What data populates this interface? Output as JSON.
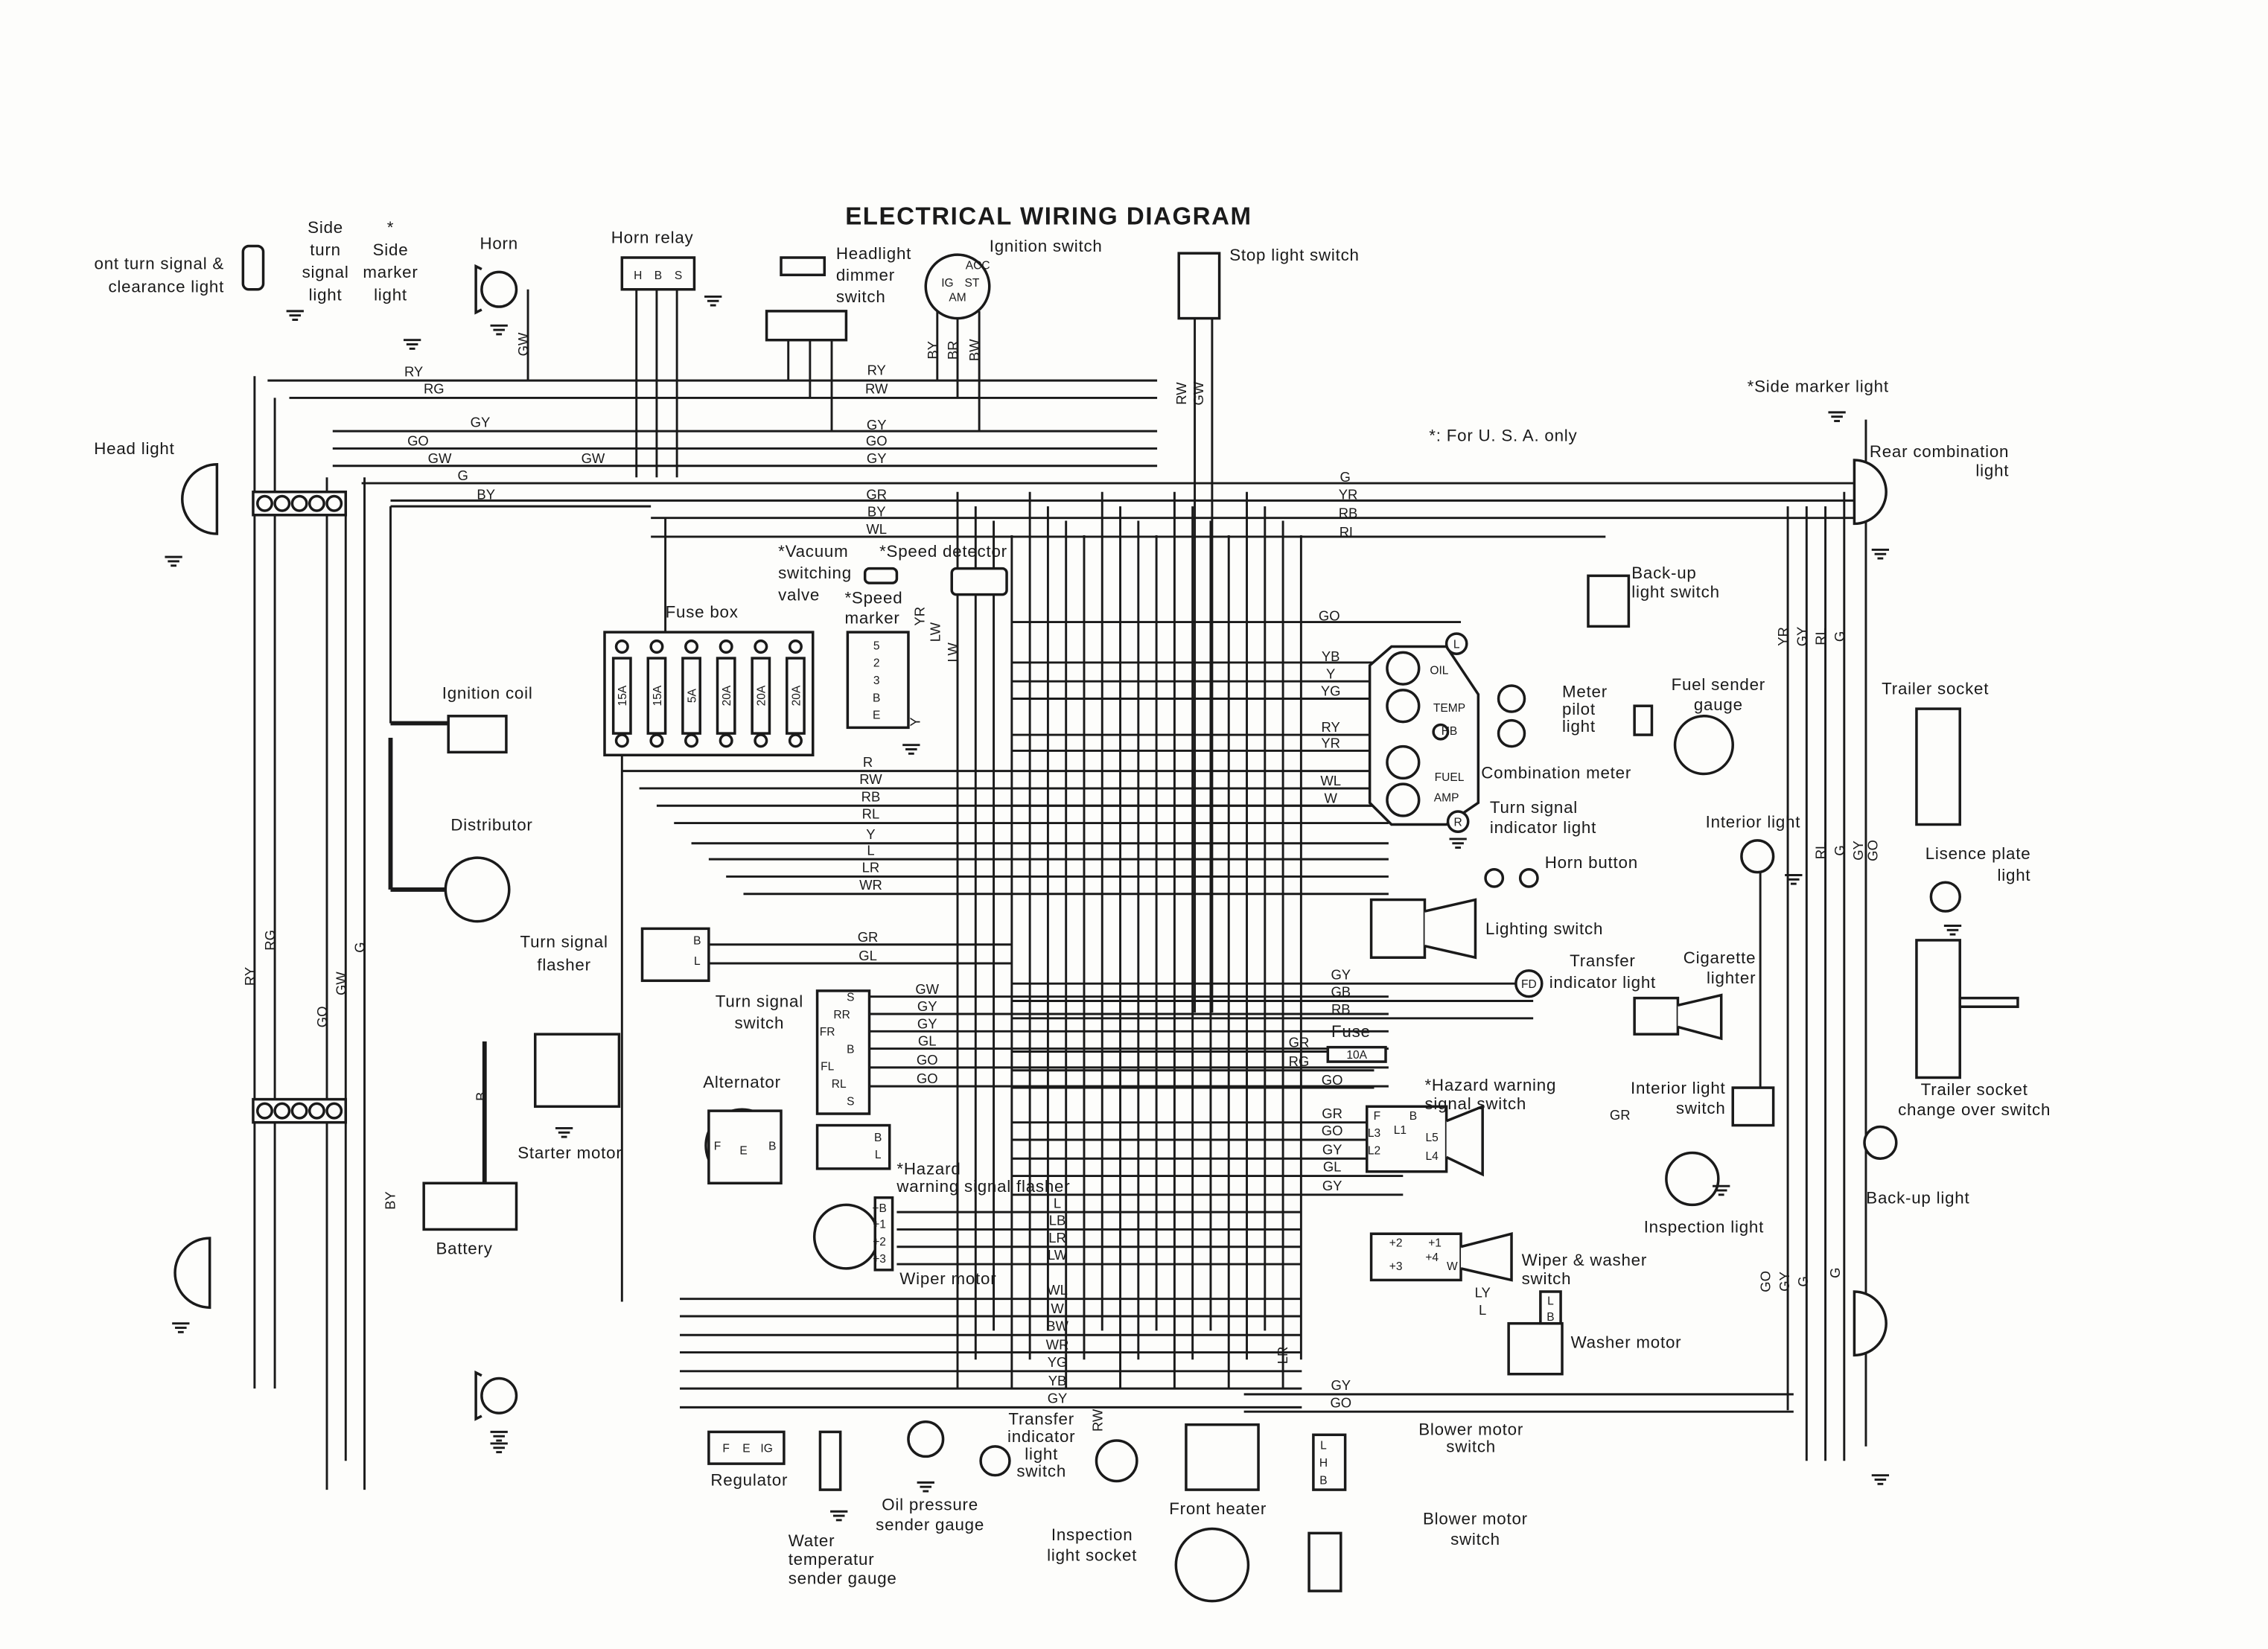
{
  "title": "ELECTRICAL WIRING DIAGRAM",
  "note": "*: For U. S. A. only",
  "components": [
    {
      "id": "front-turn-signal",
      "label": [
        "ont turn signal &",
        "clearance light"
      ]
    },
    {
      "id": "side-turn-signal-light",
      "label": [
        "Side",
        "turn",
        "signal",
        "light"
      ]
    },
    {
      "id": "side-marker-light-front",
      "label": [
        "*",
        "Side",
        "marker",
        "light"
      ]
    },
    {
      "id": "horn",
      "label": [
        "Horn"
      ]
    },
    {
      "id": "horn-relay",
      "label": [
        "Horn relay"
      ]
    },
    {
      "id": "headlight-dimmer-switch",
      "label": [
        "Headlight",
        "dimmer",
        "switch"
      ]
    },
    {
      "id": "ignition-switch",
      "label": [
        "Ignition switch"
      ]
    },
    {
      "id": "stop-light-switch",
      "label": [
        "Stop light switch"
      ]
    },
    {
      "id": "side-marker-light-rear",
      "label": [
        "*Side marker light"
      ]
    },
    {
      "id": "rear-combination-light",
      "label": [
        "Rear combination",
        "light"
      ]
    },
    {
      "id": "head-light",
      "label": [
        "Head light"
      ]
    },
    {
      "id": "vacuum-switching-valve",
      "label": [
        "*Vacuum",
        "switching",
        "valve"
      ]
    },
    {
      "id": "speed-detector",
      "label": [
        "*Speed detector"
      ]
    },
    {
      "id": "speed-marker",
      "label": [
        "*Speed",
        "marker"
      ]
    },
    {
      "id": "fuse-box",
      "label": [
        "Fuse box"
      ]
    },
    {
      "id": "back-up-light-switch",
      "label": [
        "Back-up",
        "light switch"
      ]
    },
    {
      "id": "meter-pilot-light",
      "label": [
        "Meter",
        "pilot",
        "light"
      ]
    },
    {
      "id": "fuel-sender-gauge",
      "label": [
        "Fuel sender",
        "gauge"
      ]
    },
    {
      "id": "trailer-socket",
      "label": [
        "Trailer socket"
      ]
    },
    {
      "id": "ignition-coil",
      "label": [
        "Ignition coil"
      ]
    },
    {
      "id": "combination-meter",
      "label": [
        "Combination meter"
      ]
    },
    {
      "id": "turn-signal-indicator-light",
      "label": [
        "Turn signal",
        "indicator light"
      ]
    },
    {
      "id": "distributor",
      "label": [
        "Distributor"
      ]
    },
    {
      "id": "interior-light",
      "label": [
        "Interior light"
      ]
    },
    {
      "id": "horn-button",
      "label": [
        "Horn button"
      ]
    },
    {
      "id": "license-plate-light",
      "label": [
        "Lisence plate",
        "light"
      ]
    },
    {
      "id": "lighting-switch",
      "label": [
        "Lighting switch"
      ]
    },
    {
      "id": "turn-signal-flasher",
      "label": [
        "Turn signal",
        "flasher"
      ]
    },
    {
      "id": "transfer-indicator-light",
      "label": [
        "Transfer",
        "indicator light"
      ]
    },
    {
      "id": "cigarette-lighter",
      "label": [
        "Cigarette",
        "lighter"
      ]
    },
    {
      "id": "turn-signal-switch",
      "label": [
        "Turn signal",
        "switch"
      ]
    },
    {
      "id": "fuse",
      "label": [
        "Fuse"
      ]
    },
    {
      "id": "alternator",
      "label": [
        "Alternator"
      ]
    },
    {
      "id": "hazard-warning-signal-switch",
      "label": [
        "*Hazard warning",
        "signal switch"
      ]
    },
    {
      "id": "interior-light-switch",
      "label": [
        "Interior light",
        "switch"
      ]
    },
    {
      "id": "trailer-socket-change-over-switch",
      "label": [
        "Trailer socket",
        "change over switch"
      ]
    },
    {
      "id": "starter-motor",
      "label": [
        "Starter motor"
      ]
    },
    {
      "id": "hazard-warning-signal-flasher",
      "label": [
        "*Hazard",
        "warning signal flasher"
      ]
    },
    {
      "id": "back-up-light",
      "label": [
        "Back-up light"
      ]
    },
    {
      "id": "inspection-light",
      "label": [
        "Inspection light"
      ]
    },
    {
      "id": "battery",
      "label": [
        "Battery"
      ]
    },
    {
      "id": "wiper-motor",
      "label": [
        "Wiper motor"
      ]
    },
    {
      "id": "wiper-washer-switch",
      "label": [
        "Wiper & washer",
        "switch"
      ]
    },
    {
      "id": "washer-motor",
      "label": [
        "Washer motor"
      ]
    },
    {
      "id": "blower-motor-switch-1",
      "label": [
        "Blower motor",
        "switch"
      ]
    },
    {
      "id": "regulator",
      "label": [
        "Regulator"
      ]
    },
    {
      "id": "transfer-indicator-light-switch",
      "label": [
        "Transfer",
        "indicator",
        "light",
        "switch"
      ]
    },
    {
      "id": "front-heater",
      "label": [
        "Front heater"
      ]
    },
    {
      "id": "oil-pressure-sender-gauge",
      "label": [
        "Oil pressure",
        "sender gauge"
      ]
    },
    {
      "id": "blower-motor-switch-2",
      "label": [
        "Blower  motor",
        "switch"
      ]
    },
    {
      "id": "inspection-light-socket",
      "label": [
        "Inspection",
        "light socket"
      ]
    },
    {
      "id": "water-temperature-sender-gauge",
      "label": [
        "Water",
        "temperatur",
        "sender gauge"
      ]
    }
  ],
  "fuses": [
    "15A",
    "15A",
    "5A",
    "20A",
    "20A",
    "20A"
  ],
  "inline_fuse": "10A",
  "terminals": {
    "horn_relay": [
      "H",
      "B",
      "S"
    ],
    "speed_marker": [
      "5",
      "2",
      "3",
      "B",
      "E"
    ],
    "turn_signal_switch": [
      "S",
      "RR",
      "FR",
      "B",
      "FL",
      "RL",
      "S"
    ],
    "combination_meter": [
      "OIL",
      "TEMP",
      "HB",
      "FUEL",
      "AMP"
    ],
    "regulator": [
      "F",
      "E",
      "IG"
    ],
    "alternator": [
      "F",
      "E",
      "B"
    ],
    "flasher": [
      "B",
      "L"
    ],
    "hazard_flasher": [
      "B",
      "L"
    ],
    "hazard_switch": [
      "F",
      "B",
      "L3",
      "L1",
      "L5",
      "L2",
      "L4"
    ],
    "wiper_switch": [
      "+2",
      "+1",
      "+4",
      "+3",
      "W"
    ],
    "wiper_motor": [
      "+B",
      "+1",
      "+2",
      "+3"
    ],
    "ignition_switch": [
      "ACC",
      "IG",
      "ST",
      "AM"
    ],
    "blower_switch": [
      "L",
      "H",
      "B"
    ],
    "washer_motor": [
      "L",
      "B"
    ],
    "indicator_glyphs": [
      "L",
      "R",
      "FD"
    ]
  },
  "wire_codes": [
    "RY",
    "RG",
    "GY",
    "GO",
    "GW",
    "GW",
    "G",
    "BY",
    "RY",
    "RW",
    "GY",
    "GO",
    "GY",
    "GR",
    "BY",
    "WL",
    "G",
    "YR",
    "RB",
    "RL",
    "GO",
    "YB",
    "Y",
    "YG",
    "RY",
    "YR",
    "WL",
    "W",
    "R",
    "RW",
    "RB",
    "RL",
    "Y",
    "L",
    "LR",
    "WR",
    "GR",
    "GL",
    "GW",
    "GY",
    "GY",
    "GL",
    "GO",
    "GO",
    "GY",
    "GB",
    "RB",
    "GR",
    "RG",
    "GO",
    "GR",
    "GO",
    "GY",
    "GL",
    "GY",
    "L",
    "LB",
    "LR",
    "LW",
    "WL",
    "W",
    "BW",
    "WR",
    "YG",
    "YB",
    "GY",
    "GY",
    "GO",
    "LY",
    "L",
    "GR",
    "RY",
    "RG",
    "GO",
    "GW",
    "G",
    "GW",
    "BY",
    "BR",
    "BW",
    "RW",
    "GW",
    "YR",
    "LW",
    "LW",
    "Y",
    "B",
    "BY",
    "LR",
    "RW",
    "YR",
    "GY",
    "RL",
    "G",
    "RL",
    "G",
    "GY",
    "GO",
    "GO",
    "GY",
    "G",
    "G"
  ]
}
